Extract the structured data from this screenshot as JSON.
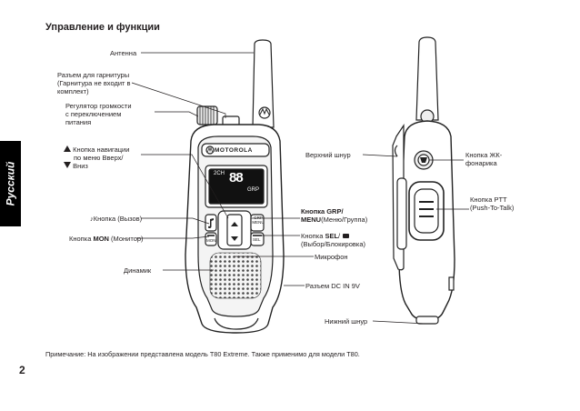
{
  "page": {
    "title": "Управление и функции",
    "side_tab": "Русский",
    "page_number": "2",
    "note": "Примечание: На изображении представлена модель T80 Extreme. Также применимо для модели T80."
  },
  "device_front": {
    "brand": "MOTOROLA",
    "display_digits": "88",
    "display_code": "GRP",
    "display_icons": "2CH",
    "btn_grp_menu": "GRP MENU",
    "btn_sel": "SEL",
    "btn_mon": "MON"
  },
  "callouts": {
    "antenna": "Антенна",
    "headset_1": "Разъем для гарнитуры",
    "headset_2": "(Гарнитура не входит в",
    "headset_3": "комплект)",
    "volume_1": "Регулятор громкости",
    "volume_2": "с переключением",
    "volume_3": "питания",
    "nav_1": "Кнопка навигации",
    "nav_2": "по меню Вверх/",
    "nav_3": "Вниз",
    "call": "Кнопка (Вызов)",
    "mon_prefix": "Кнопка ",
    "mon_bold": "MON",
    "mon_suffix": " (Монитор)",
    "speaker": "Динамик",
    "grp_bold": "Кнопка GRP/",
    "menu_bold": "MENU",
    "menu_suffix": "(Меню/Группа)",
    "sel_prefix": "Кнопка ",
    "sel_bold": "SEL",
    "sel_suffix": "/",
    "sel_line2": "(Выбор/Блокировка)",
    "mic": "Микрофон",
    "dc_jack": "Разъем DC IN 9V",
    "top_lanyard": "Верхний шнур",
    "bottom_lanyard": "Нижний шнур",
    "flashlight_1": "Кнопка ЖК-",
    "flashlight_2": "фонарика",
    "ptt_1": "Кнопка PTT",
    "ptt_2": "(Push-To-Talk)"
  },
  "icons": [
    "music-note-icon",
    "triangle-up-icon",
    "triangle-down-icon",
    "lock-icon",
    "motorola-logo"
  ]
}
